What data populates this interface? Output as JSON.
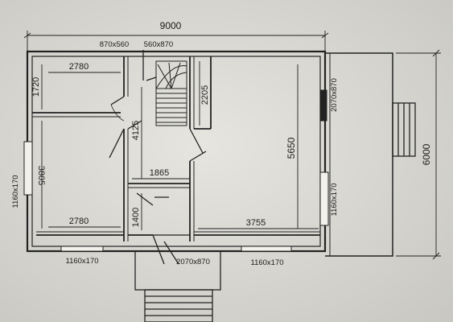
{
  "dimensions": {
    "overall_width": "9000",
    "overall_depth": "6000",
    "door_top_left": "870x560",
    "door_top_mid": "560x870",
    "room_top_left_width": "2780",
    "room_top_left_depth": "1720",
    "room_bottom_left_width": "2780",
    "room_bottom_left_depth": "3805",
    "window_left": "1160x170",
    "window_bottom_left": "1160x170",
    "hall_depth": "4125",
    "hall_width": "1865",
    "wc_depth": "1400",
    "door_bottom": "2070x870",
    "stair_closet": "2205",
    "big_room_depth": "5650",
    "big_room_width": "3755",
    "window_bottom_right": "1160x170",
    "window_right": "1160x170",
    "door_right": "2070x870"
  }
}
